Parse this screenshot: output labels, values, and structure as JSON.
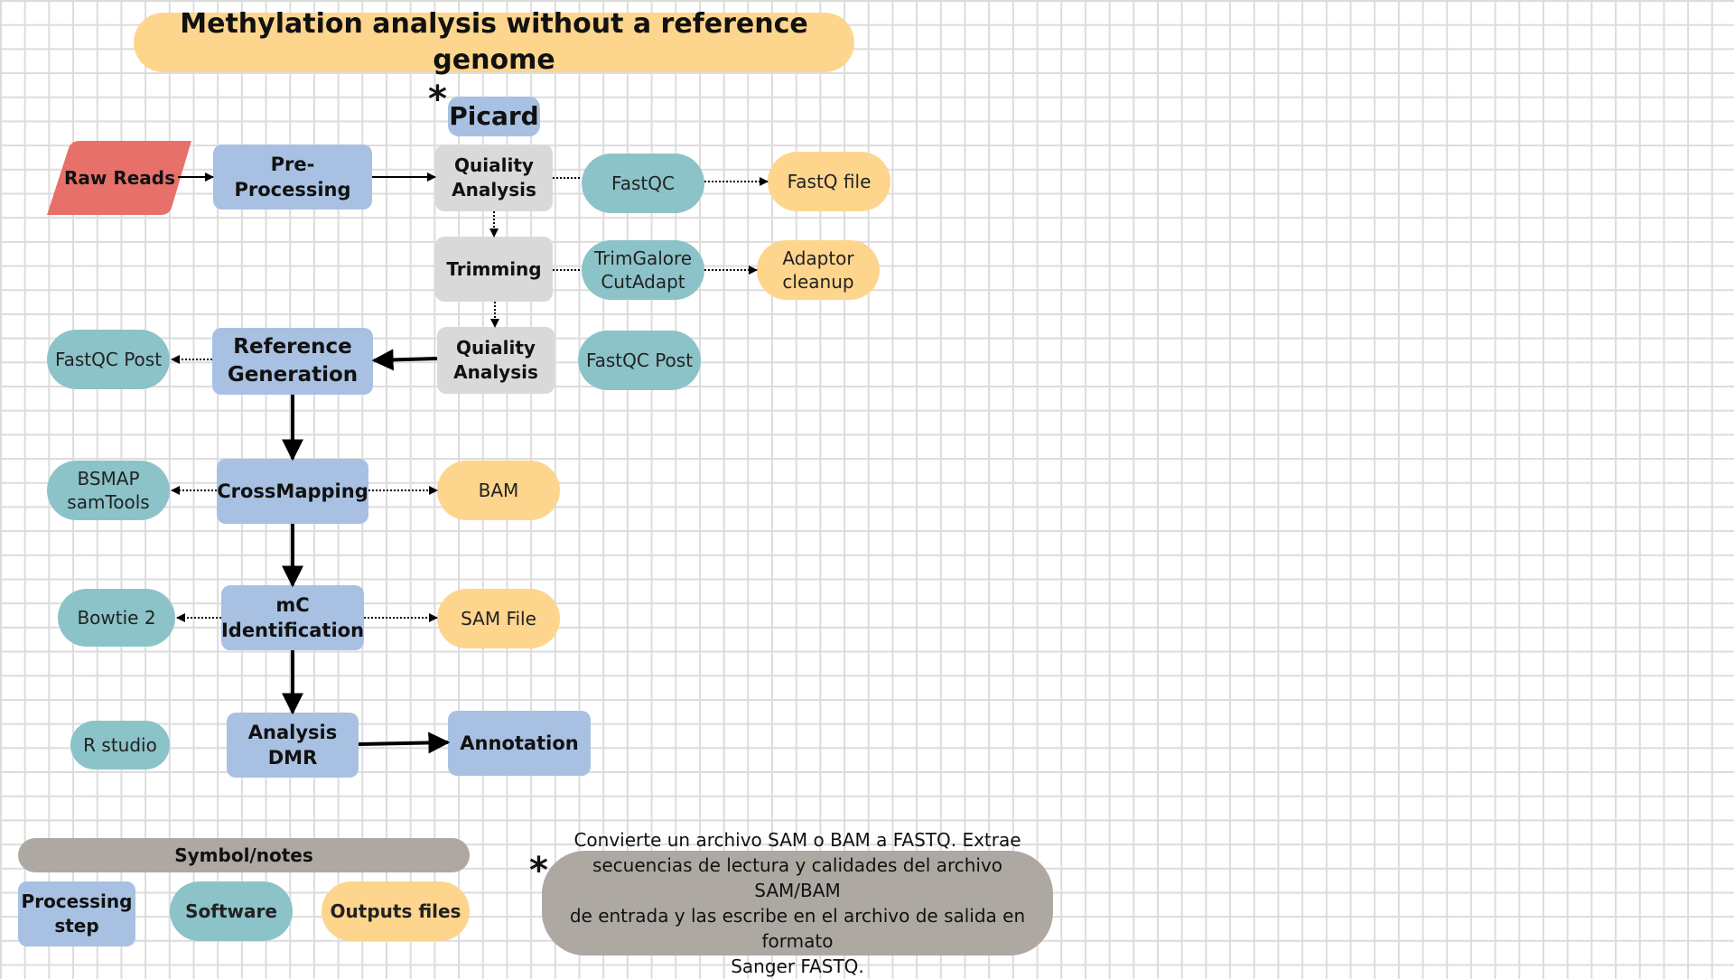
{
  "title": "Methylation analysis without a reference genome",
  "picard": {
    "star": "*",
    "label": "Picard"
  },
  "raw_reads": "Raw Reads",
  "steps": {
    "pre_processing": "Pre-Processing",
    "quality_analysis_1": [
      "Quiality",
      "Analysis"
    ],
    "trimming": "Trimming",
    "quality_analysis_2": [
      "Quiality",
      "Analysis"
    ],
    "reference_generation": [
      "Reference",
      "Generation"
    ],
    "crossmapping": "CrossMapping",
    "mc_identification": [
      "mC",
      "Identification"
    ],
    "analysis_dmr": [
      "Analysis",
      "DMR"
    ],
    "annotation": "Annotation"
  },
  "software": {
    "fastqc": "FastQC",
    "trimgalore": [
      "TrimGalore",
      "CutAdapt"
    ],
    "fastqc_post_right": "FastQC Post",
    "fastqc_post_left": "FastQC Post",
    "bsmap": [
      "BSMAP",
      "samTools"
    ],
    "bowtie": "Bowtie 2",
    "rstudio": "R studio"
  },
  "outputs": {
    "fastq_file": "FastQ file",
    "adaptor": [
      "Adaptor",
      "cleanup"
    ],
    "bam": "BAM",
    "sam_file": "SAM File"
  },
  "legend": {
    "header": "Symbol/notes",
    "processing": [
      "Processing",
      "step"
    ],
    "software": "Software",
    "outputs": "Outputs files"
  },
  "note": {
    "star": "*",
    "lines": [
      "Convierte un archivo SAM o BAM a FASTQ. Extrae",
      "secuencias de lectura y calidades del archivo SAM/BAM",
      "de entrada y las escribe en el archivo de salida en formato",
      "Sanger FASTQ."
    ]
  },
  "colors": {
    "processing": "#a8c1e2",
    "quality": "#d9d9d9",
    "software": "#8bc3c9",
    "outputs": "#fdd58d",
    "raw_reads": "#e8706a",
    "notes": "#aea8a2"
  }
}
